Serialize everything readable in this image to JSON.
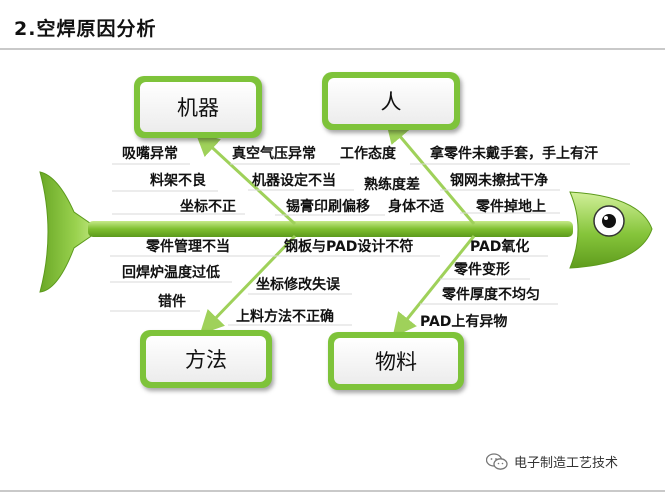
{
  "title": "2.空焊原因分析",
  "categories": {
    "machine": "机器",
    "person": "人",
    "method": "方法",
    "material": "物料"
  },
  "causes": {
    "machine": [
      "吸嘴异常",
      "料架不良",
      "坐标不正",
      "真空气压异常",
      "机器设定不当",
      "锡膏印刷偏移"
    ],
    "person": [
      "工作态度",
      "熟练度差",
      "身体不适",
      "拿零件未戴手套，手上有汗",
      "钢网未擦拭干净",
      "零件掉地上"
    ],
    "method": [
      "零件管理不当",
      "回焊炉温度过低",
      "错件",
      "钢板与PAD设计不符",
      "坐标修改失误",
      "上料方法不正确"
    ],
    "material": [
      "PAD氧化",
      "零件变形",
      "零件厚度不均匀",
      "PAD上有异物"
    ]
  },
  "watermark": "电子制造工艺技术",
  "colors": {
    "accent_green": "#7ec33a",
    "arrow_green": "#9fd15a",
    "spine_green": "#8cc63f"
  }
}
